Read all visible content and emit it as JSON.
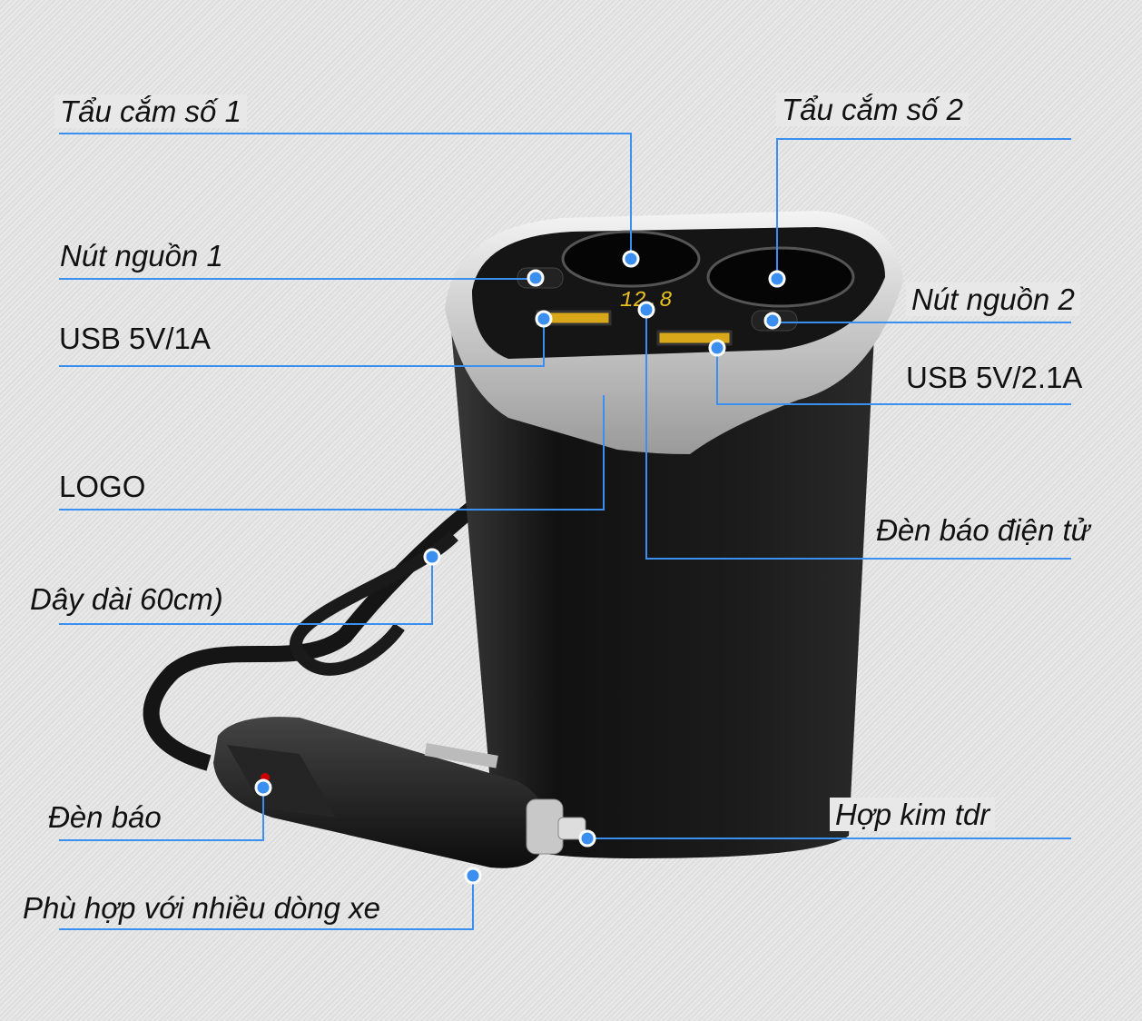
{
  "labels": {
    "socket_1": "Tẩu cắm số 1",
    "socket_2": "Tẩu cắm số 2",
    "power_button_1": "Nút nguồn 1",
    "power_button_2": "Nút nguồn 2",
    "usb_1": "USB 5V/1A",
    "usb_2": "USB 5V/2.1A",
    "logo": "LOGO",
    "digital_display": "Đèn báo điện tử",
    "cable_length": "Dây dài 60cm)",
    "indicator_light": "Đèn báo",
    "alloy_tip": "Hợp kim tdr",
    "compatibility": "Phù hợp với nhiều dòng xe"
  },
  "display_reading": "12.8",
  "colors": {
    "callout": "#3b8ff0",
    "display": "#e8c020",
    "body": "#1a1a1a"
  }
}
